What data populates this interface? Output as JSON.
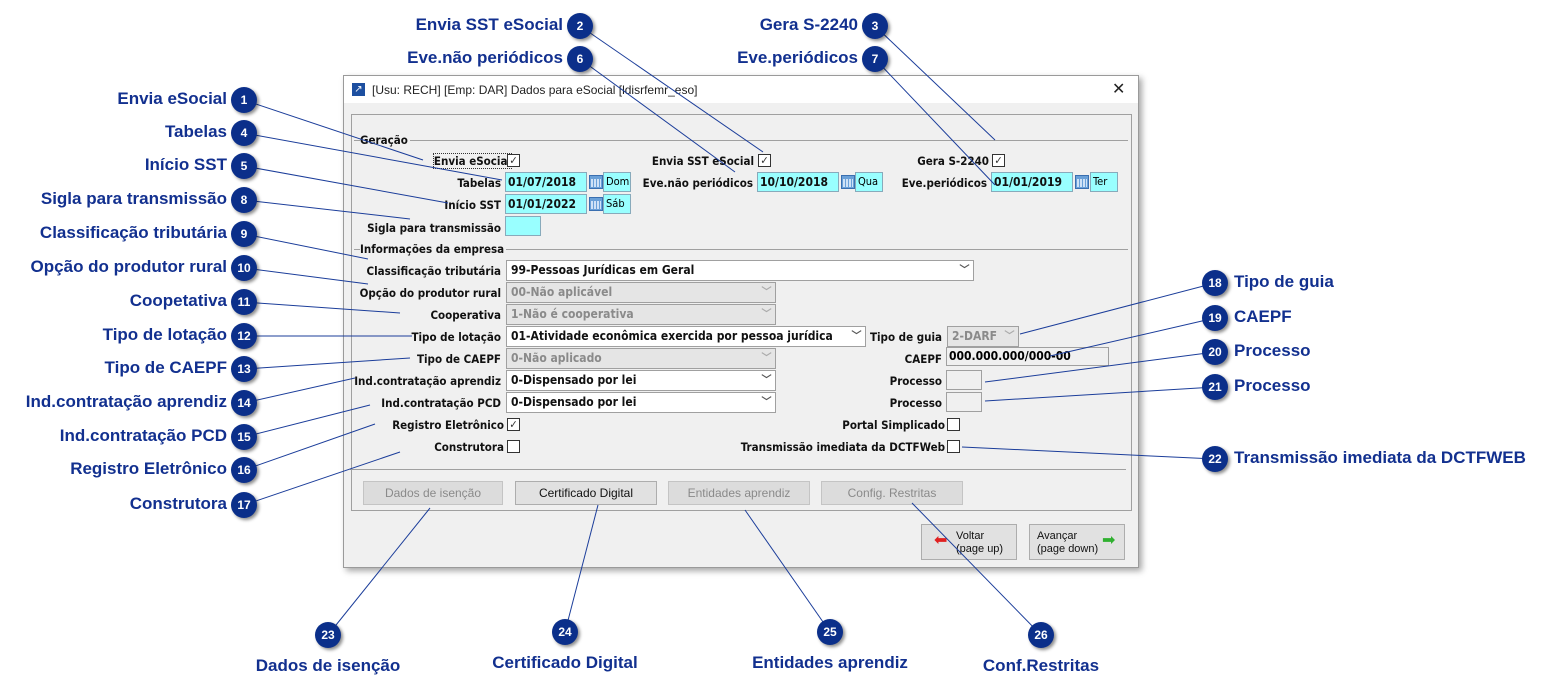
{
  "dialog": {
    "title": "[Usu: RECH] [Emp: DAR] Dados para eSocial [ldisrfemr_eso]",
    "close_icon": "close-icon"
  },
  "geracao": {
    "group_label": "Geração",
    "envia_esocial": {
      "label": "Envia eSocial",
      "checked": true
    },
    "envia_sst": {
      "label": "Envia SST eSocial",
      "checked": true
    },
    "gera_s2240": {
      "label": "Gera S-2240",
      "checked": true
    },
    "tabelas": {
      "label": "Tabelas",
      "value": "01/07/2018",
      "day": "Dom"
    },
    "eve_nao_periodicos": {
      "label": "Eve.não periódicos",
      "value": "10/10/2018",
      "day": "Qua"
    },
    "eve_periodicos": {
      "label": "Eve.periódicos",
      "value": "01/01/2019",
      "day": "Ter"
    },
    "inicio_sst": {
      "label": "Início SST",
      "value": "01/01/2022",
      "day": "Sáb"
    },
    "sigla": {
      "label": "Sigla para transmissão",
      "value": ""
    }
  },
  "empresa": {
    "group_label": "Informações da empresa",
    "classificacao": {
      "label": "Classificação tributária",
      "value": "99-Pessoas Jurídicas em Geral"
    },
    "produtor_rural": {
      "label": "Opção do produtor rural",
      "value": "00-Não aplicável"
    },
    "cooperativa": {
      "label": "Cooperativa",
      "value": "1-Não é cooperativa"
    },
    "tipo_lotacao": {
      "label": "Tipo de lotação",
      "value": "01-Atividade econômica exercida por pessoa jurídica"
    },
    "tipo_guia": {
      "label": "Tipo de guia",
      "value": "2-DARF"
    },
    "tipo_caepf": {
      "label": "Tipo de CAEPF",
      "value": "0-Não aplicado"
    },
    "caepf": {
      "label": "CAEPF",
      "value": "000.000.000/000-00"
    },
    "aprendiz": {
      "label": "Ind.contratação aprendiz",
      "value": "0-Dispensado por lei"
    },
    "processo1": {
      "label": "Processo",
      "value": ""
    },
    "pcd": {
      "label": "Ind.contratação PCD",
      "value": "0-Dispensado por lei"
    },
    "processo2": {
      "label": "Processo",
      "value": ""
    },
    "registro": {
      "label": "Registro Eletrônico",
      "checked": true
    },
    "portal": {
      "label": "Portal Simplicado",
      "checked": false
    },
    "construtora": {
      "label": "Construtora",
      "checked": false
    },
    "dctfweb": {
      "label": "Transmissão imediata da DCTFWeb",
      "checked": false
    }
  },
  "buttons": {
    "isencao": "Dados de isenção",
    "certificado": "Certificado Digital",
    "entidades": "Entidades aprendiz",
    "restritas": "Config. Restritas",
    "voltar": [
      "Voltar",
      "(page up)"
    ],
    "avancar": [
      "Avançar",
      "(page down)"
    ]
  },
  "callouts": [
    {
      "n": "1",
      "label": "Envia eSocial"
    },
    {
      "n": "2",
      "label": "Envia SST eSocial"
    },
    {
      "n": "3",
      "label": "Gera S-2240"
    },
    {
      "n": "4",
      "label": "Tabelas"
    },
    {
      "n": "5",
      "label": "Início SST"
    },
    {
      "n": "6",
      "label": "Eve.não periódicos"
    },
    {
      "n": "7",
      "label": "Eve.periódicos"
    },
    {
      "n": "8",
      "label": "Sigla para transmissão"
    },
    {
      "n": "9",
      "label": "Classificação tributária"
    },
    {
      "n": "10",
      "label": "Opção do produtor rural"
    },
    {
      "n": "11",
      "label": "Coopetativa"
    },
    {
      "n": "12",
      "label": "Tipo de lotação"
    },
    {
      "n": "13",
      "label": "Tipo de CAEPF"
    },
    {
      "n": "14",
      "label": "Ind.contratação aprendiz"
    },
    {
      "n": "15",
      "label": "Ind.contratação PCD"
    },
    {
      "n": "16",
      "label": "Registro Eletrônico"
    },
    {
      "n": "17",
      "label": "Construtora"
    },
    {
      "n": "18",
      "label": "Tipo de guia"
    },
    {
      "n": "19",
      "label": "CAEPF"
    },
    {
      "n": "20",
      "label": "Processo"
    },
    {
      "n": "21",
      "label": "Processo"
    },
    {
      "n": "22",
      "label": "Transmissão imediata da DCTFWEB"
    },
    {
      "n": "23",
      "label": "Dados de isenção"
    },
    {
      "n": "24",
      "label": "Certificado Digital"
    },
    {
      "n": "25",
      "label": "Entidades aprendiz"
    },
    {
      "n": "26",
      "label": "Conf.Restritas"
    }
  ],
  "colors": {
    "callout": "#0b2f8a",
    "field_bg": "#99ffff"
  }
}
